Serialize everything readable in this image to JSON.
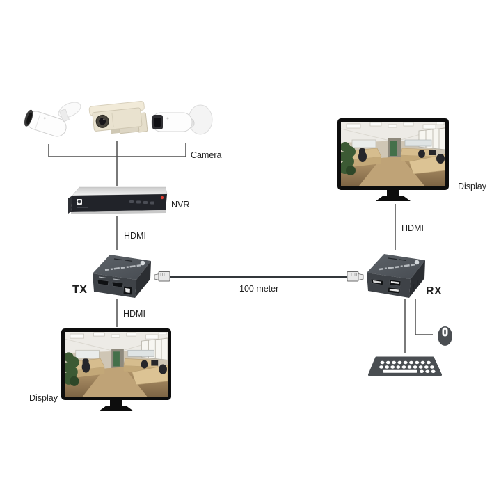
{
  "labels": {
    "camera": "Camera",
    "nvr": "NVR",
    "hdmi_nvr_to_tx": "HDMI",
    "tx": "TX",
    "hdmi_tx_to_display": "HDMI",
    "cable_length": "100 meter",
    "rx": "RX",
    "hdmi_rx_to_display": "HDMI",
    "display_left": "Display",
    "display_right": "Display"
  },
  "colors": {
    "accent_endpoint": "#29abe2",
    "label_text": "#1f1f1f",
    "connector_line": "#4d4d4d",
    "cable": "#33373b",
    "extender_body": "#3e4247",
    "monitor_bezel": "#0d0d0d",
    "keyboard_mouse": "#4a4e52",
    "nvr_front": "#212329",
    "nvr_status_led": "#e03c31"
  },
  "icons": {
    "camera_1": "bullet-camera",
    "camera_2": "box-camera",
    "camera_3": "bullet-camera",
    "nvr": "nvr-recorder",
    "tx_box": "hdmi-extender-transmitter",
    "rx_box": "hdmi-extender-receiver",
    "cable_plugs": "rj45-plug",
    "display_left": "monitor-office-scene",
    "display_right": "monitor-office-scene",
    "keyboard": "keyboard",
    "mouse": "mouse"
  }
}
